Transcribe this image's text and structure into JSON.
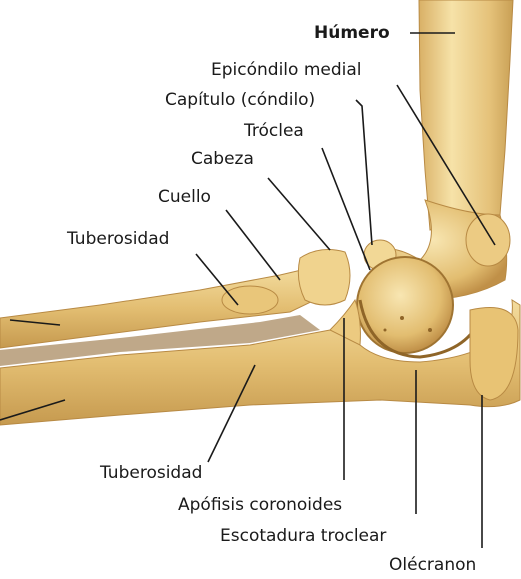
{
  "diagram": {
    "labels": {
      "humero": "Húmero",
      "epicondilo_medial": "Epicóndilo medial",
      "capitulo": "Capítulo (cóndilo)",
      "troclea": "Tróclea",
      "cabeza": "Cabeza",
      "cuello": "Cuello",
      "tuberosidad_radio": "Tuberosidad",
      "tuberosidad_cubito": "Tuberosidad",
      "apofisis_coronoides": "Apófisis coronoides",
      "escotadura_troclear": "Escotadura troclear",
      "olecranon": "Olécranon"
    },
    "colors": {
      "bone": "#e8c77a",
      "bone_light": "#f6e2a8",
      "bone_shadow": "#c9a055",
      "bone_dark": "#a97e3a",
      "leader_lines": "#1a1a1a"
    }
  }
}
